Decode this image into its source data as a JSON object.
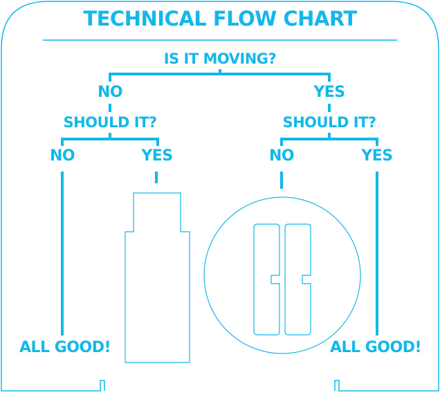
{
  "diagram": {
    "accent_color": "#12b8ea",
    "title": "TECHNICAL FLOW CHART",
    "root_question": "IS IT MOVING?",
    "left_branch": {
      "answer": "NO",
      "question": "SHOULD IT?",
      "no_answer": "NO",
      "yes_answer": "YES",
      "no_result": "ALL GOOD!",
      "yes_result_icon": "duct-tape-icon"
    },
    "right_branch": {
      "answer": "YES",
      "question": "SHOULD IT?",
      "no_answer": "NO",
      "yes_answer": "YES",
      "no_result_icon": "wd40-can-icon",
      "yes_result": "ALL GOOD!"
    }
  }
}
